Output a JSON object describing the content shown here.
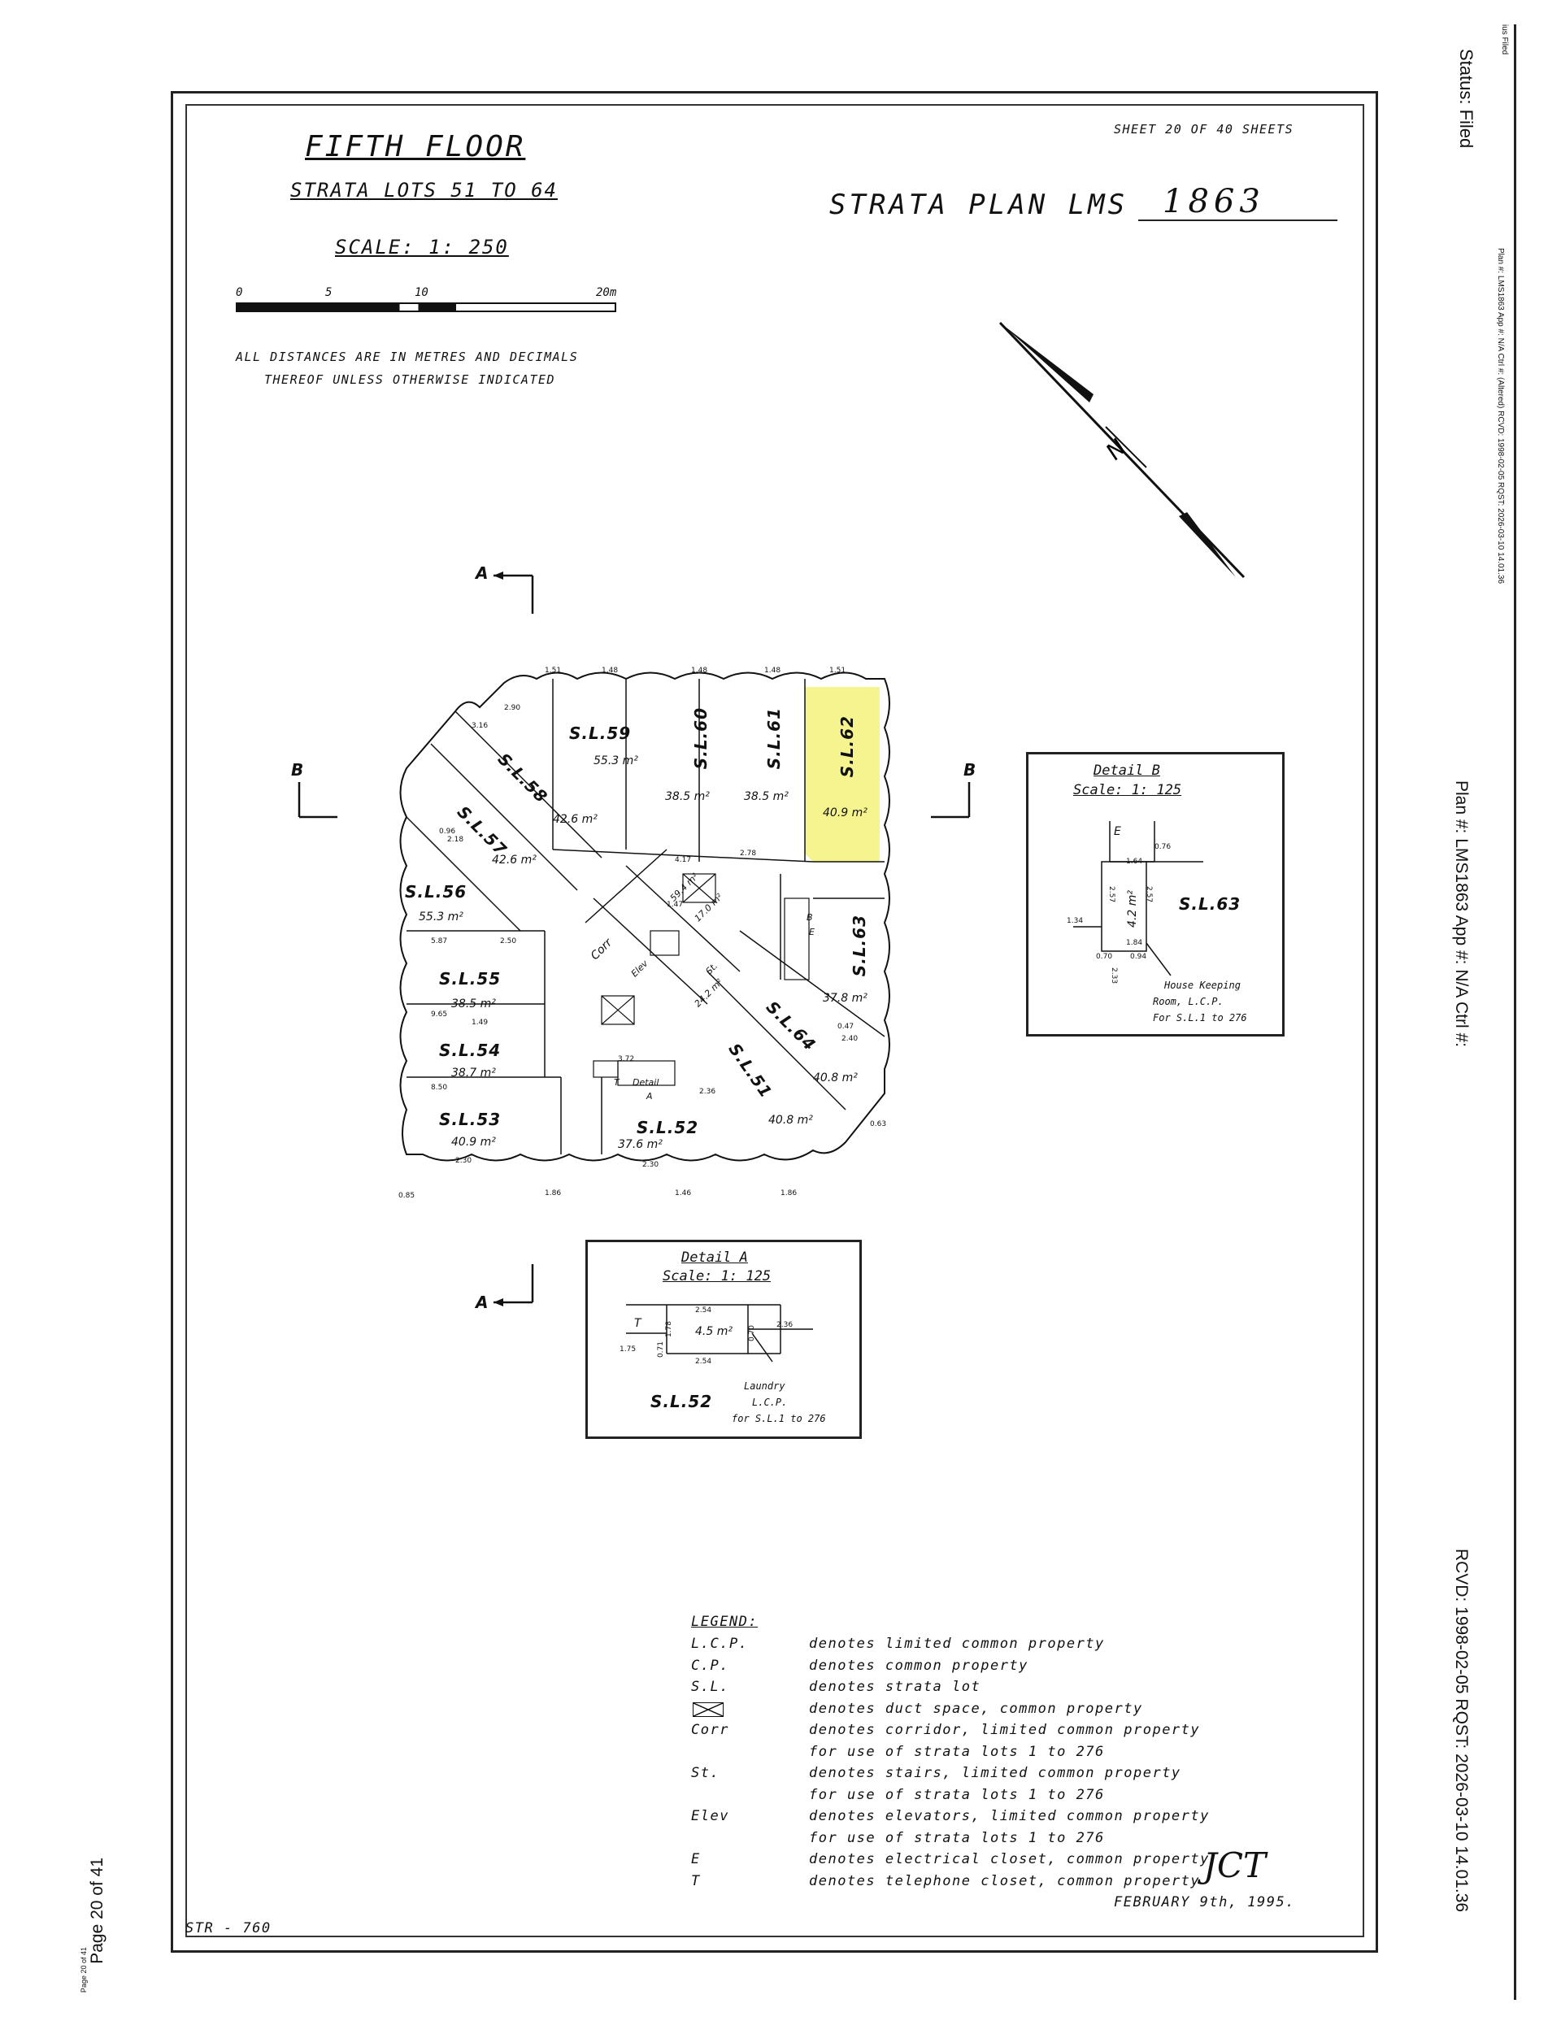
{
  "sidebar": {
    "top_tiny": "ius Filed",
    "status": "Status: Filed",
    "plan_small": "Plan #: LMS1863 App #: N/A Ctrl #: (Altered) RCVD: 1998-02-05 RQST: 2026-03-10 14.01.36",
    "plan_large": "Plan #: LMS1863 App #: N/A Ctrl #:",
    "rcvd": "RCVD: 1998-02-05 RQST: 2026-03-10 14.01.36"
  },
  "page_num": {
    "label": "Page 20 of 41",
    "small": "Page 20 of 41"
  },
  "header": {
    "sheet": "SHEET 20 OF 40 SHEETS",
    "title": "FIFTH FLOOR",
    "lots": "STRATA LOTS 51 TO 64",
    "scale": "SCALE: 1: 250",
    "plan": "STRATA PLAN LMS",
    "plan_no": "1863"
  },
  "scalebar": {
    "t0": "0",
    "t5": "5",
    "t10": "10",
    "t20": "20m"
  },
  "note": {
    "line1": "ALL DISTANCES ARE IN METRES AND DECIMALS",
    "line2": "THEREOF UNLESS OTHERWISE INDICATED"
  },
  "sections": {
    "a": "A",
    "b": "B"
  },
  "lots": [
    {
      "name": "S.L.59",
      "area": "55.3 m²"
    },
    {
      "name": "S.L.60",
      "area": "38.5 m²"
    },
    {
      "name": "S.L.61",
      "area": "38.5 m²"
    },
    {
      "name": "S.L.62",
      "area": "40.9 m²"
    },
    {
      "name": "S.L.58",
      "area": "42.6 m²"
    },
    {
      "name": "S.L.57",
      "area": "42.6 m²"
    },
    {
      "name": "S.L.56",
      "area": "55.3 m²"
    },
    {
      "name": "S.L.55",
      "area": "38.5 m²"
    },
    {
      "name": "S.L.54",
      "area": "38.7 m²"
    },
    {
      "name": "S.L.53",
      "area": "40.9 m²"
    },
    {
      "name": "S.L.52",
      "area": "37.6 m²"
    },
    {
      "name": "S.L.51",
      "area": "40.8 m²"
    },
    {
      "name": "S.L.64",
      "area": "40.8 m²"
    },
    {
      "name": "S.L.63",
      "area": "37.8 m²"
    }
  ],
  "plan_labels": {
    "corr": "Corr",
    "elev": "Elev",
    "st": "St.",
    "corr_area": "59.4 m²",
    "elev_area": "17.0 m²",
    "st_area": "24.2 m²",
    "detail": "Detail",
    "detail_a_ref": "A",
    "t": "T",
    "e": "E",
    "detail_b_ref": "B"
  },
  "detail_b": {
    "title": "Detail B",
    "scale": "Scale: 1: 125",
    "e": "E",
    "lot": "S.L.63",
    "area": "4.2 m²",
    "d1": "0.76",
    "d2": "1.64",
    "d3": "1.34",
    "d4": "2.57",
    "d5": "2.57",
    "d6": "1.84",
    "d7": "0.70",
    "d8": "0.94",
    "d9": "2.33",
    "note1": "House Keeping",
    "note2": "Room, L.C.P.",
    "note3": "For S.L.1 to 276"
  },
  "detail_a": {
    "title": "Detail A",
    "scale": "Scale: 1: 125",
    "t": "T",
    "area": "4.5 m²",
    "lot": "S.L.52",
    "d1": "2.54",
    "d2": "2.54",
    "d3": "1.78",
    "d4": "1.75",
    "d5": "2.36",
    "d6": "0.70",
    "d7": "0.71",
    "note1": "Laundry",
    "note2": "L.C.P.",
    "note3": "for S.L.1 to 276"
  },
  "legend": {
    "heading": "LEGEND:",
    "rows": [
      {
        "code": "L.C.P.",
        "text": "denotes limited common property"
      },
      {
        "code": "C.P.",
        "text": "denotes common property"
      },
      {
        "code": "S.L.",
        "text": "denotes strata lot"
      },
      {
        "code": "",
        "text": "denotes duct space, common property"
      },
      {
        "code": "Corr",
        "text": "denotes corridor, limited common property"
      },
      {
        "code": "",
        "text": "for use of strata lots 1 to 276"
      },
      {
        "code": "St.",
        "text": "denotes stairs, limited common property"
      },
      {
        "code": "",
        "text": "for use of strata lots 1 to 276"
      },
      {
        "code": "Elev",
        "text": "denotes elevators, limited common property"
      },
      {
        "code": "",
        "text": "for use of strata lots 1 to 276"
      },
      {
        "code": "E",
        "text": "denotes electrical closet, common property"
      },
      {
        "code": "T",
        "text": "denotes telephone closet, common property"
      }
    ]
  },
  "footer": {
    "date": "FEBRUARY 9th, 1995.",
    "signature": "JCT",
    "str": "STR - 760"
  },
  "colors": {
    "highlight": "#f4f27a",
    "ink": "#111111"
  }
}
